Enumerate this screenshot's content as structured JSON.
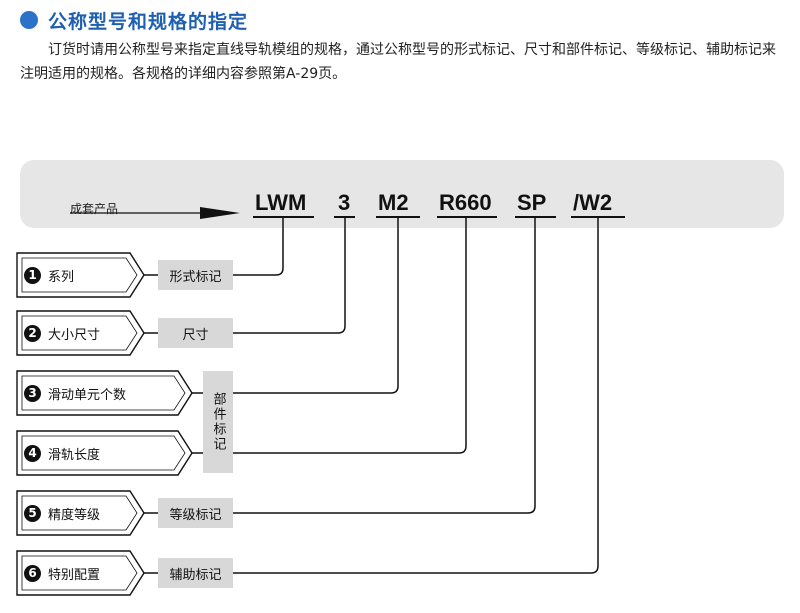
{
  "heading": {
    "title": "公称型号和规格的指定"
  },
  "intro": {
    "text": "订货时请用公称型号来指定直线导轨模组的规格，通过公称型号的形式标记、尺寸和部件标记、等级标记、辅助标记来注明适用的规格。各规格的详细内容参照第A-29页。"
  },
  "code_bar": {
    "product_label": "成套产品",
    "codes": [
      "LWM",
      "3",
      "M2",
      "R660",
      "SP",
      "/W2"
    ]
  },
  "items": [
    {
      "number": "1",
      "label": "系列"
    },
    {
      "number": "2",
      "label": "大小尺寸"
    },
    {
      "number": "3",
      "label": "滑动单元个数"
    },
    {
      "number": "4",
      "label": "滑轨长度"
    },
    {
      "number": "5",
      "label": "精度等级"
    },
    {
      "number": "6",
      "label": "特别配置"
    }
  ],
  "markers": {
    "form": "形式标记",
    "size": "尺寸",
    "parts": "部件标记",
    "grade": "等级标记",
    "aux": "辅助标记"
  },
  "colors": {
    "accent": "#2a73c9",
    "title": "#1f5fb0",
    "bar": "#e6e6e6",
    "marker_box": "#d8d8d8"
  }
}
